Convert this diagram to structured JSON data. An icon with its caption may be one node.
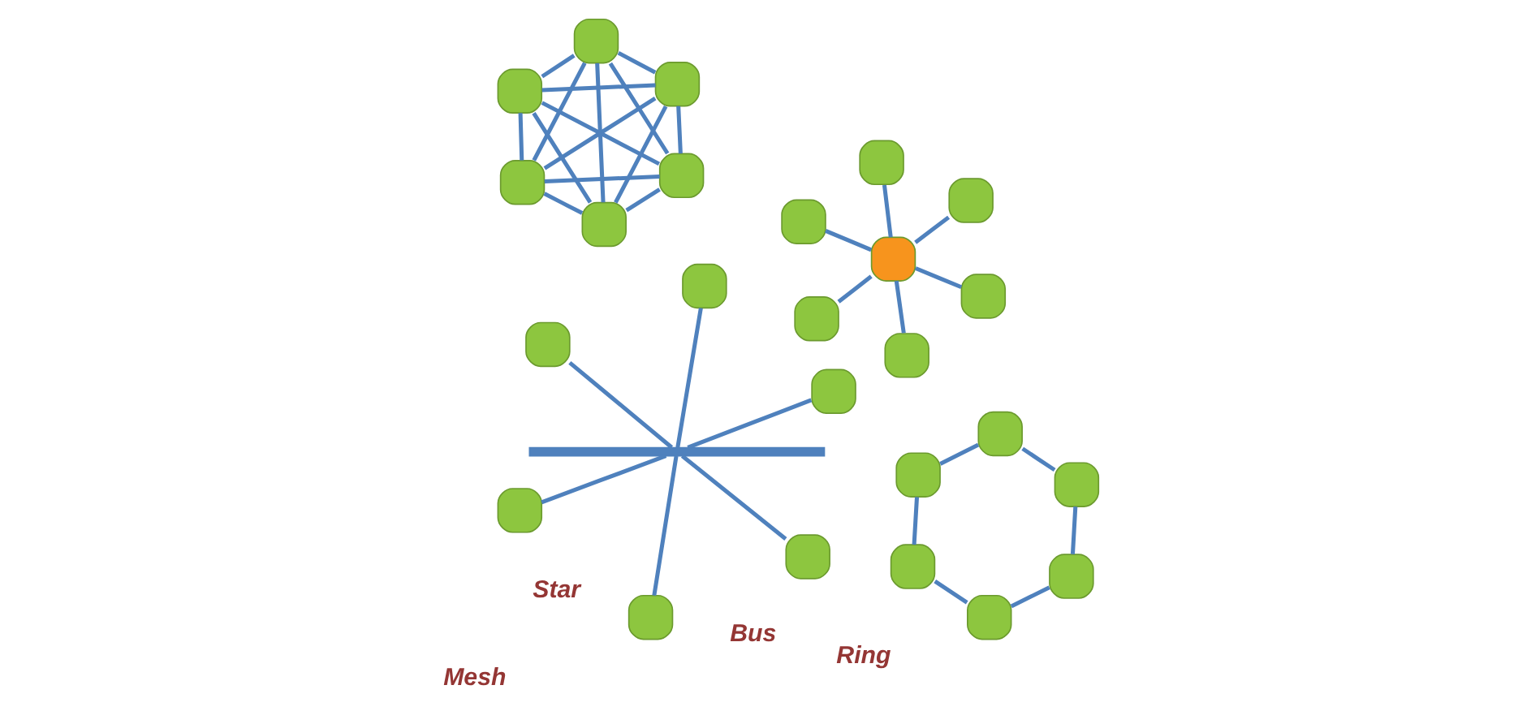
{
  "diagram": {
    "nodes": [
      {
        "text": [],
        "shape": "box"
      },
      {
        "text": [],
        "shape": "box"
      },
      {
        "text": [],
        "shape": "box"
      },
      {
        "text": [],
        "shape": "box"
      },
      {
        "text": [],
        "shape": "box"
      },
      {
        "text": [],
        "shape": "box"
      },
      {
        "text": [],
        "shape": "bar"
      },
      {
        "text": [],
        "shape": "box"
      },
      {
        "text": [],
        "shape": "box"
      },
      {
        "text": [],
        "shape": "box"
      },
      {
        "text": [],
        "shape": "box"
      },
      {
        "text": [],
        "shape": "box"
      },
      {
        "text": [],
        "shape": "box"
      },
      {
        "text": [],
        "shape": "box"
      },
      {
        "text": [],
        "shape": "box"
      },
      {
        "text": [],
        "shape": "box"
      },
      {
        "text": [],
        "shape": "box"
      },
      {
        "text": [],
        "shape": "box"
      },
      {
        "text": [],
        "shape": "box"
      },
      {
        "text": [],
        "shape": "box"
      },
      {
        "text": [],
        "shape": "box"
      },
      {
        "text": [],
        "shape": "box"
      },
      {
        "text": [],
        "shape": "box"
      },
      {
        "text": [],
        "shape": "box"
      },
      {
        "text": [],
        "shape": "box"
      },
      {
        "text": [],
        "shape": "box"
      }
    ],
    "edges": [
      {
        "from": 0,
        "to": 6,
        "arrow": "none"
      },
      {
        "from": 1,
        "to": 6,
        "arrow": "none"
      },
      {
        "from": 2,
        "to": 6,
        "arrow": "none"
      },
      {
        "from": 3,
        "to": 6,
        "arrow": "none"
      },
      {
        "from": 4,
        "to": 6,
        "arrow": "none"
      },
      {
        "from": 5,
        "to": 6,
        "arrow": "none"
      },
      {
        "from": 7,
        "to": 8,
        "arrow": "none"
      },
      {
        "from": 8,
        "to": 9,
        "arrow": "none"
      },
      {
        "from": 9,
        "to": 10,
        "arrow": "none"
      },
      {
        "from": 10,
        "to": 11,
        "arrow": "none"
      },
      {
        "from": 11,
        "to": 12,
        "arrow": "none"
      },
      {
        "from": 12,
        "to": 7,
        "arrow": "none"
      },
      {
        "from": 16,
        "to": 13,
        "arrow": "none"
      },
      {
        "from": 16,
        "to": 14,
        "arrow": "none"
      },
      {
        "from": 16,
        "to": 15,
        "arrow": "none"
      },
      {
        "from": 16,
        "to": 17,
        "arrow": "none"
      },
      {
        "from": 16,
        "to": 18,
        "arrow": "none"
      },
      {
        "from": 16,
        "to": 19,
        "arrow": "none"
      },
      {
        "from": 20,
        "to": 21,
        "arrow": "none"
      },
      {
        "from": 20,
        "to": 22,
        "arrow": "none"
      },
      {
        "from": 20,
        "to": 23,
        "arrow": "none"
      },
      {
        "from": 20,
        "to": 24,
        "arrow": "none"
      },
      {
        "from": 20,
        "to": 25,
        "arrow": "none"
      },
      {
        "from": 21,
        "to": 22,
        "arrow": "none"
      },
      {
        "from": 21,
        "to": 23,
        "arrow": "none"
      },
      {
        "from": 21,
        "to": 24,
        "arrow": "none"
      },
      {
        "from": 21,
        "to": 25,
        "arrow": "none"
      },
      {
        "from": 22,
        "to": 23,
        "arrow": "none"
      },
      {
        "from": 22,
        "to": 24,
        "arrow": "none"
      },
      {
        "from": 22,
        "to": 25,
        "arrow": "none"
      },
      {
        "from": 23,
        "to": 24,
        "arrow": "none"
      },
      {
        "from": 23,
        "to": 25,
        "arrow": "none"
      },
      {
        "from": 24,
        "to": 25,
        "arrow": "none"
      }
    ],
    "labels": [
      "Star",
      "Bus",
      "Ring",
      "Mesh"
    ]
  }
}
